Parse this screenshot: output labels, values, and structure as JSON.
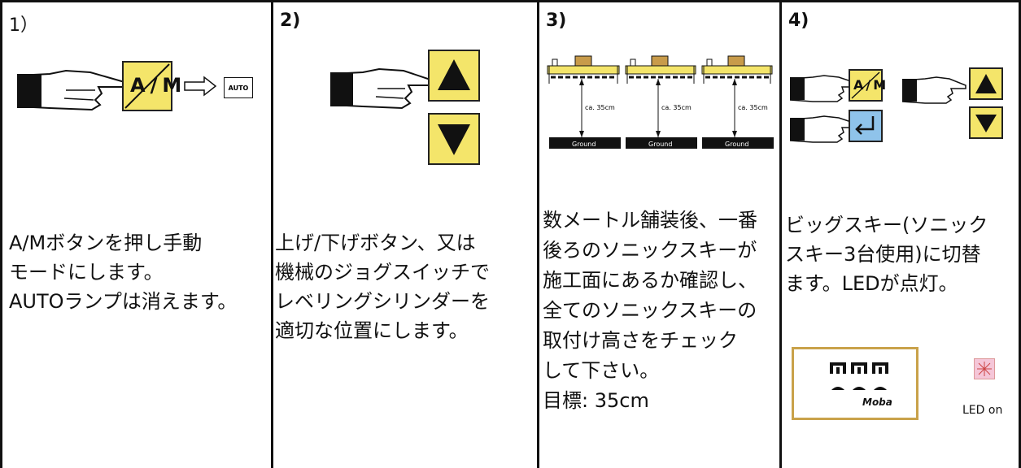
{
  "panels": [
    {
      "num": "1）",
      "text": "A/Mボタンを押し手動\nモードにします。\nAUTOランプは消えます。",
      "am_button": "A/M",
      "auto_label": "AUTO"
    },
    {
      "num": "2)",
      "text": "上げ/下げボタン、又は\n機械のジョグスイッチで\nレベリングシリンダーを\n適切な位置にします。"
    },
    {
      "num": "3)",
      "text": "数メートル舗装後、一番\n後ろのソニックスキーが\n施工面にあるか確認し、\n全てのソニックスキーの\n取付け高さをチェック\nして下さい。\n目標:  35cm",
      "distance_label": "ca. 35cm",
      "ground_label": "Ground"
    },
    {
      "num": "4)",
      "text": "ビッグスキー(ソニック\nスキー3台使用)に切替\nます。LEDが点灯。",
      "am_button": "A/M",
      "brand": "Moba",
      "led_label": "LED on"
    }
  ],
  "colors": {
    "button_yellow": "#f4e56a",
    "button_blue": "#8fc3ea",
    "frame_border": "#c9a24a",
    "led_pink": "#f5c6d8"
  }
}
